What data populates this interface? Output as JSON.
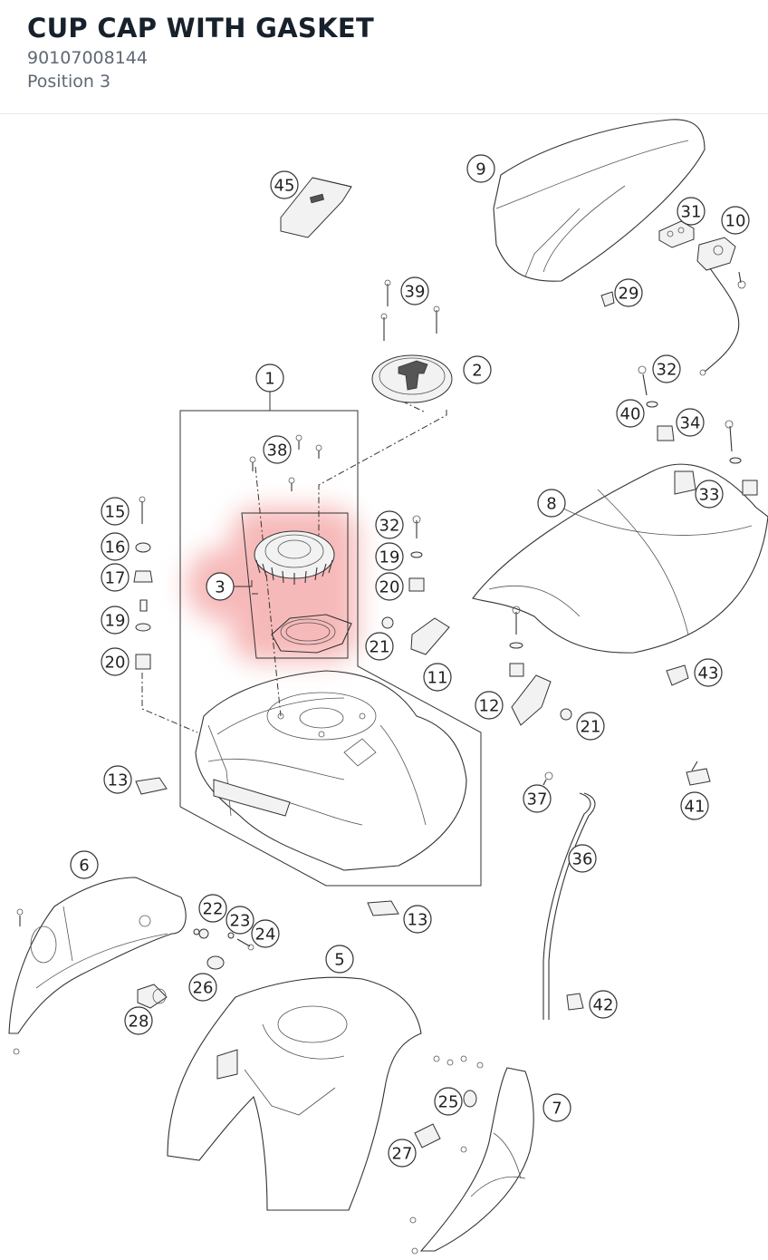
{
  "header": {
    "title": "CUP CAP WITH GASKET",
    "part_number": "90107008144",
    "position": "Position 3"
  },
  "highlight_color": "#f08080",
  "callouts": [
    "45",
    "9",
    "31",
    "10",
    "39",
    "29",
    "2",
    "1",
    "32",
    "40",
    "34",
    "38",
    "33",
    "15",
    "16",
    "17",
    "19",
    "20",
    "3",
    "32",
    "19",
    "20",
    "8",
    "21",
    "11",
    "43",
    "12",
    "21",
    "13",
    "37",
    "41",
    "36",
    "6",
    "22",
    "23",
    "24",
    "13",
    "5",
    "26",
    "28",
    "42",
    "25",
    "7",
    "27"
  ]
}
